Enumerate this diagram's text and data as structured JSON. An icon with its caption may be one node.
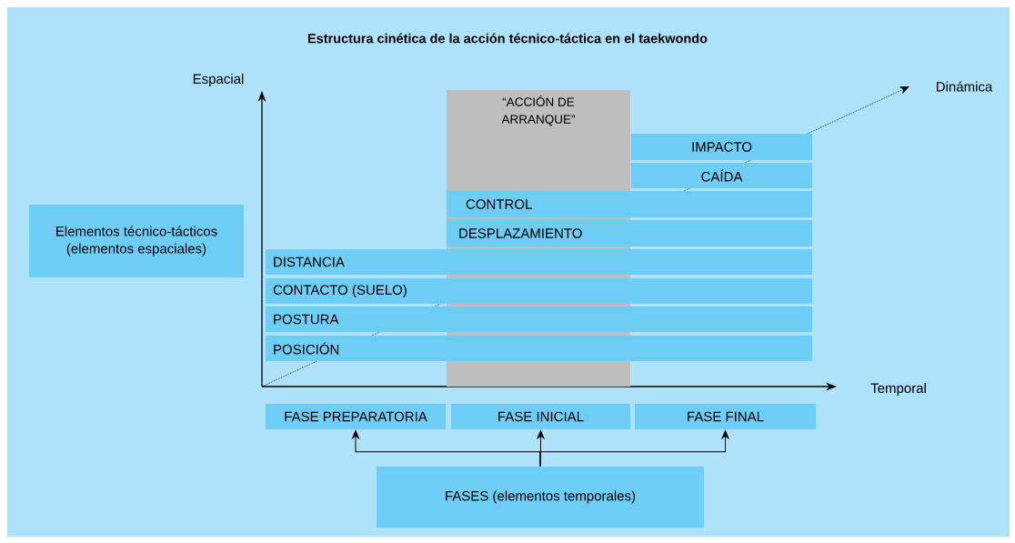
{
  "diagram": {
    "title": "Estructura cinética de la acción técnico-táctica en el taekwondo",
    "nodes": [
      {
        "text": [
          "Elementos técnico-tácticos (elementos espaciales)"
        ]
      },
      {
        "text": [
          "“ACCIÓN DE ARRANQUE”"
        ]
      },
      {
        "text": [
          "IMPACTO"
        ]
      },
      {
        "text": [
          "CAÍDA"
        ]
      },
      {
        "text": [
          "CONTROL"
        ]
      },
      {
        "text": [
          "DESPLAZAMIENTO"
        ]
      },
      {
        "text": [
          "DISTANCIA"
        ]
      },
      {
        "text": [
          "CONTACTO (SUELO)"
        ]
      },
      {
        "text": [
          "POSTURA"
        ]
      },
      {
        "text": [
          "POSICIÓN"
        ]
      },
      {
        "text": [
          "FASE PREPARATORIA"
        ]
      },
      {
        "text": [
          "FASE INICIAL"
        ]
      },
      {
        "text": [
          "FASE FINAL"
        ]
      },
      {
        "text": [
          "FASES (elementos temporales)"
        ]
      }
    ],
    "edges": [
      {
        "from": 13,
        "to": 10,
        "arrow": "to"
      },
      {
        "from": 13,
        "to": 11,
        "arrow": "to"
      },
      {
        "from": 13,
        "to": 12,
        "arrow": "to"
      }
    ],
    "labels": [
      "Espacial",
      "Dinámica",
      "Temporal"
    ]
  }
}
